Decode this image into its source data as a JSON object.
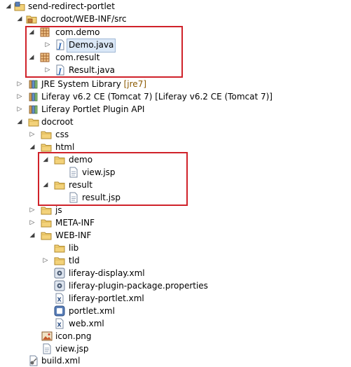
{
  "colors": {
    "highlight_border": "#d0222a",
    "folder": "#e8c45a",
    "package": "#c87d3c",
    "java_file": "#3a6fb7",
    "library": "#a07a3a"
  },
  "tree": {
    "project": "send-redirect-portlet",
    "src_folder": "docroot/WEB-INF/src",
    "pkg_demo": "com.demo",
    "demo_java": "Demo.java",
    "pkg_result": "com.result",
    "result_java": "Result.java",
    "jre_lib": "JRE System Library",
    "jre_deco": "[jre7]",
    "liferay_runtime": "Liferay v6.2 CE (Tomcat 7) [Liferay v6.2 CE (Tomcat 7)]",
    "plugin_api": "Liferay Portlet Plugin API",
    "docroot": "docroot",
    "css": "css",
    "html": "html",
    "demo_folder": "demo",
    "view_jsp_demo": "view.jsp",
    "result_folder": "result",
    "result_jsp": "result.jsp",
    "js": "js",
    "meta_inf": "META-INF",
    "web_inf": "WEB-INF",
    "lib": "lib",
    "tld": "tld",
    "liferay_display": "liferay-display.xml",
    "plugin_props": "liferay-plugin-package.properties",
    "liferay_portlet": "liferay-portlet.xml",
    "portlet_xml": "portlet.xml",
    "web_xml": "web.xml",
    "icon_png": "icon.png",
    "view_jsp_root": "view.jsp",
    "build_xml": "build.xml"
  }
}
